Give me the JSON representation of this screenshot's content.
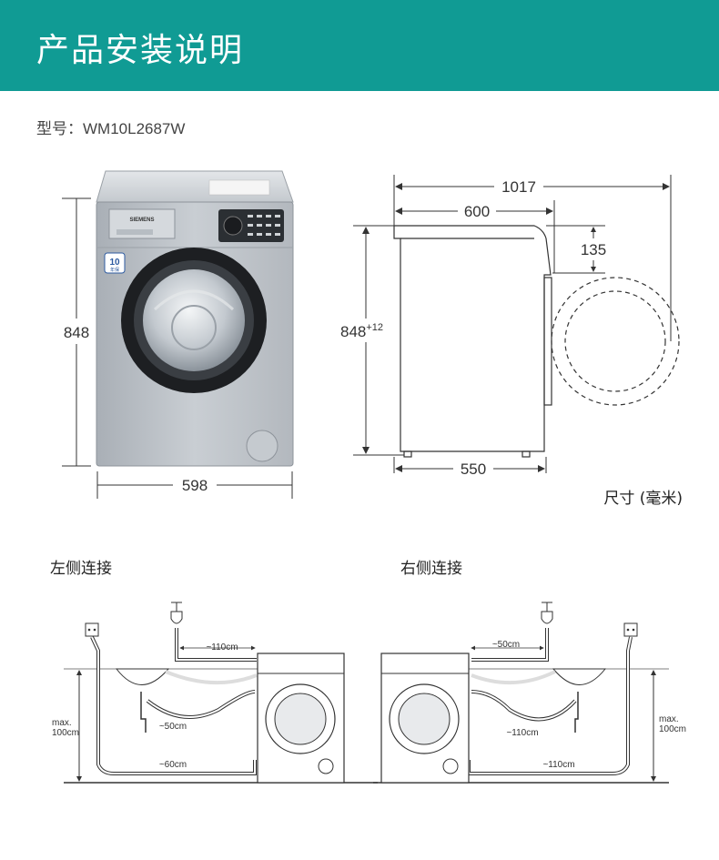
{
  "header": {
    "title": "产品安装说明",
    "bg_color": "#109b94"
  },
  "model": {
    "label": "型号：",
    "value": "WM10L2687W"
  },
  "front_view": {
    "brand": "SIEMENS",
    "badge": "10",
    "badge_sub": "年保",
    "height_dim": "848",
    "width_dim": "598"
  },
  "side_view": {
    "total_depth_dim": "1017",
    "top_depth_dim": "600",
    "door_offset_dim": "135",
    "height_dim": "848",
    "height_tol": "+12",
    "base_depth_dim": "550"
  },
  "unit_note": "尺寸 (毫米)",
  "left_connection": {
    "title": "左侧连接",
    "max_label_1": "max.",
    "max_label_2": "100cm",
    "dim_inlet": "~110cm",
    "dim_drain": "~50cm",
    "dim_bottom": "~60cm"
  },
  "right_connection": {
    "title": "右侧连接",
    "max_label_1": "max.",
    "max_label_2": "100cm",
    "dim_inlet": "~50cm",
    "dim_drain": "~110cm",
    "dim_bottom": "~110cm"
  }
}
